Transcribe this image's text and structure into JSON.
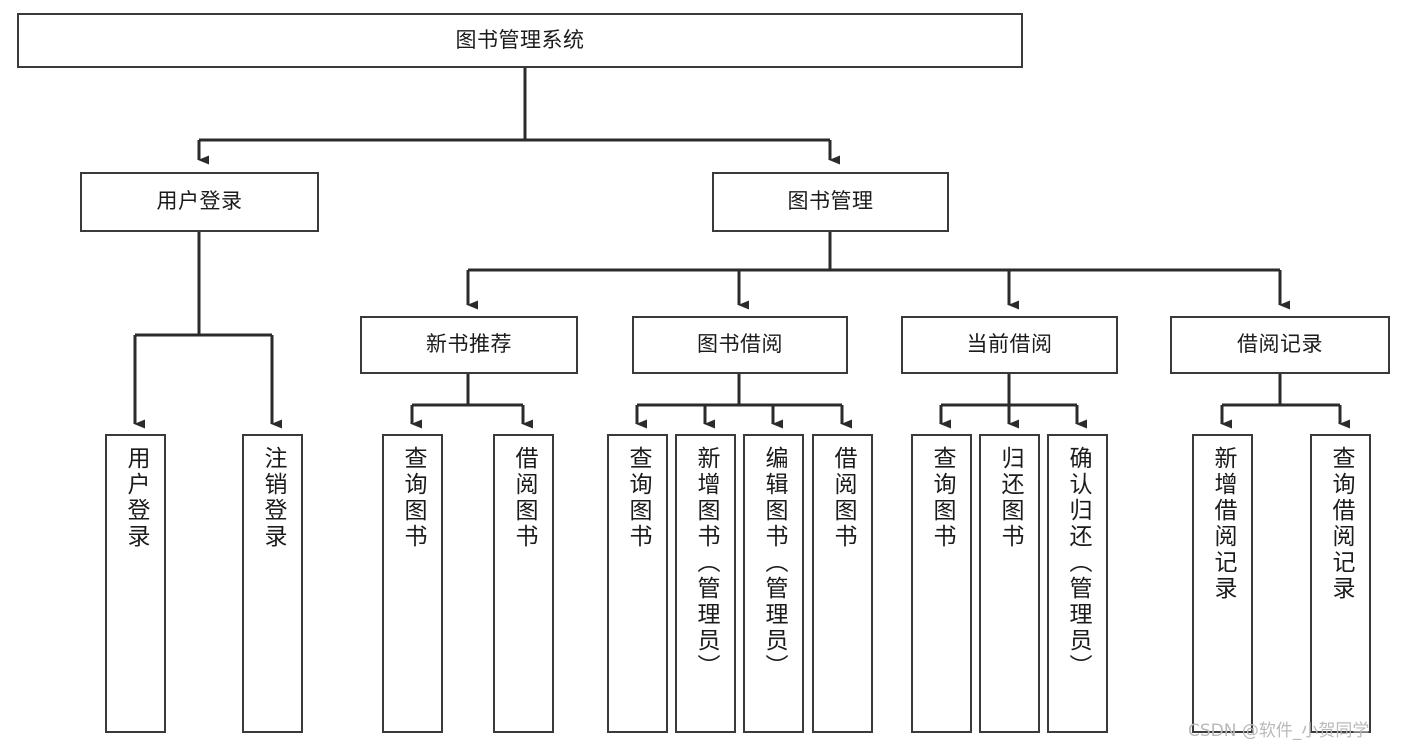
{
  "diagram": {
    "title": "图书管理系统",
    "type": "tree-hierarchy",
    "orientation": "top-down",
    "colors": {
      "box_border": "#3a3a3a",
      "box_fill": "#ffffff",
      "edge": "#2b2b2b",
      "text": "#1b1b1b",
      "watermark": "#b9b9b9",
      "background": "#ffffff"
    },
    "watermark": "CSDN @软件_小贺同学"
  },
  "nodes": {
    "root": {
      "label": "图书管理系统"
    },
    "level2": [
      {
        "label": "用户登录"
      },
      {
        "label": "图书管理"
      }
    ],
    "level3": [
      {
        "label": "新书推荐"
      },
      {
        "label": "图书借阅"
      },
      {
        "label": "当前借阅"
      },
      {
        "label": "借阅记录"
      }
    ],
    "leaves": {
      "user_login": [
        {
          "label": "用户登录"
        },
        {
          "label": "注销登录"
        }
      ],
      "new_book_recommend": [
        {
          "label": "查询图书"
        },
        {
          "label": "借阅图书"
        }
      ],
      "book_borrow": [
        {
          "label": "查询图书"
        },
        {
          "label": "新增图书（管理员）"
        },
        {
          "label": "编辑图书（管理员）"
        },
        {
          "label": "借阅图书"
        }
      ],
      "current_borrow": [
        {
          "label": "查询图书"
        },
        {
          "label": "归还图书"
        },
        {
          "label": "确认归还（管理员）"
        }
      ],
      "borrow_record": [
        {
          "label": "新增借阅记录"
        },
        {
          "label": "查询借阅记录"
        }
      ]
    }
  }
}
